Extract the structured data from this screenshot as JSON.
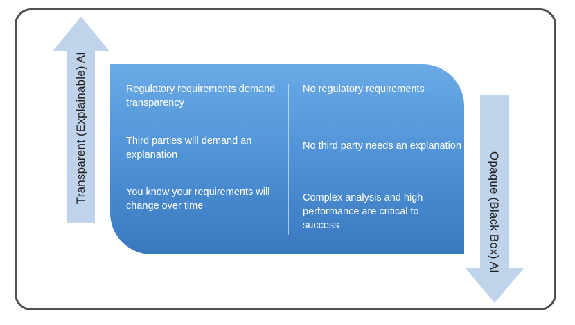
{
  "diagram": {
    "up_arrow_label": "Transparent (Explainable) AI",
    "down_arrow_label": "Opaque (Black Box) AI",
    "transparent_items": [
      "Regulatory requirements demand transparency",
      "Third parties will demand an explanation",
      "You know your requirements will change over time"
    ],
    "opaque_items": [
      "No regulatory requirements",
      "No third party needs an explanation",
      "Complex analysis and high performance are critical to success"
    ],
    "colors": {
      "frame": "#505050",
      "arrow_fill": "#bfd3ea",
      "panel_top": "#6aaae6",
      "panel_bottom": "#3a78be",
      "panel_text": "#ffffff"
    }
  }
}
